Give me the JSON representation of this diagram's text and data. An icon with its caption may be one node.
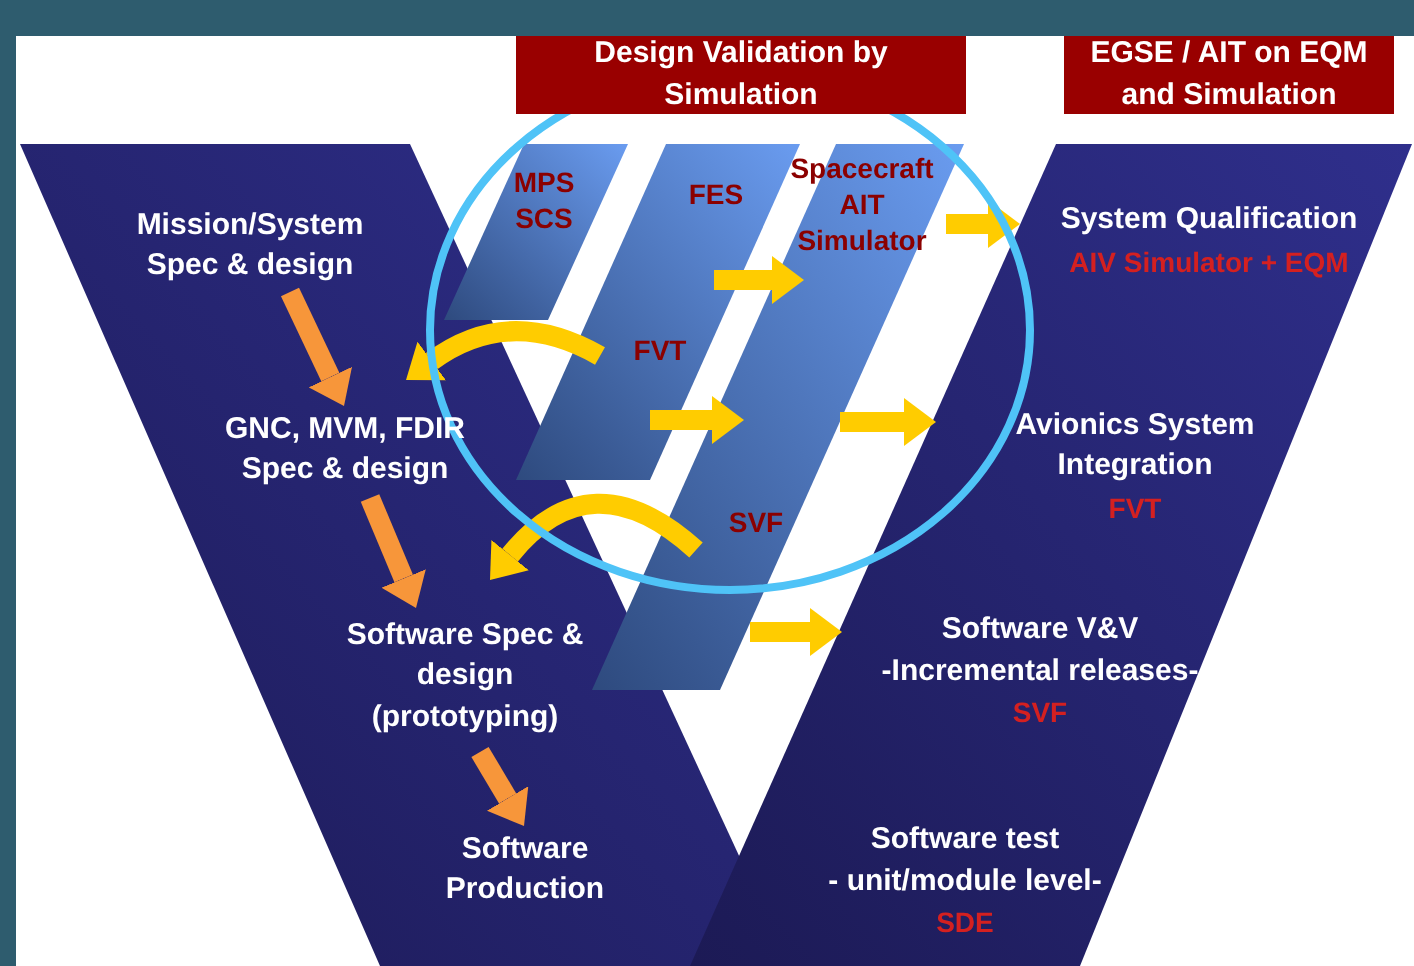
{
  "diagram": {
    "nodes": [
      {
        "text": [
          "Design Validation by Simulation"
        ]
      },
      {
        "text": [
          "EGSE / AIT on EQM and Simulation"
        ]
      },
      {
        "text": [
          "Mission/System Spec & design"
        ]
      },
      {
        "text": [
          "GNC, MVM, FDIR Spec & design"
        ]
      },
      {
        "text": [
          "Software Spec & design (prototyping)"
        ]
      },
      {
        "text": [
          "Software Production"
        ]
      },
      {
        "text": [
          "MPS SCS"
        ]
      },
      {
        "text": [
          "FES",
          "FVT"
        ]
      },
      {
        "text": [
          "Spacecraft AIT Simulator",
          "SVF"
        ]
      },
      {
        "text": [
          "System Qualification",
          "AIV Simulator + EQM"
        ]
      },
      {
        "text": [
          "Avionics System Integration",
          "FVT"
        ]
      },
      {
        "text": [
          "Software V&V",
          "-Incremental releases-",
          "SVF"
        ]
      },
      {
        "text": [
          "Software test",
          "- unit/module level-",
          "SDE"
        ]
      }
    ],
    "edges": [
      {
        "from": 2,
        "to": 3,
        "arrow": "to",
        "color": "#f7963a"
      },
      {
        "from": 3,
        "to": 4,
        "arrow": "to",
        "color": "#f7963a"
      },
      {
        "from": 4,
        "to": 5,
        "arrow": "to",
        "color": "#f7963a"
      },
      {
        "from": 8,
        "to": 9,
        "arrow": "to"
      },
      {
        "from": 7,
        "to": 8,
        "arrow": "to"
      },
      {
        "from": 7,
        "to": 3,
        "arrow": "to"
      },
      {
        "from": 7,
        "to": 8,
        "arrow": "to"
      },
      {
        "from": 8,
        "to": 10,
        "arrow": "to"
      },
      {
        "from": 8,
        "to": 4,
        "arrow": "to"
      },
      {
        "from": 8,
        "to": 11,
        "arrow": "to"
      }
    ]
  }
}
